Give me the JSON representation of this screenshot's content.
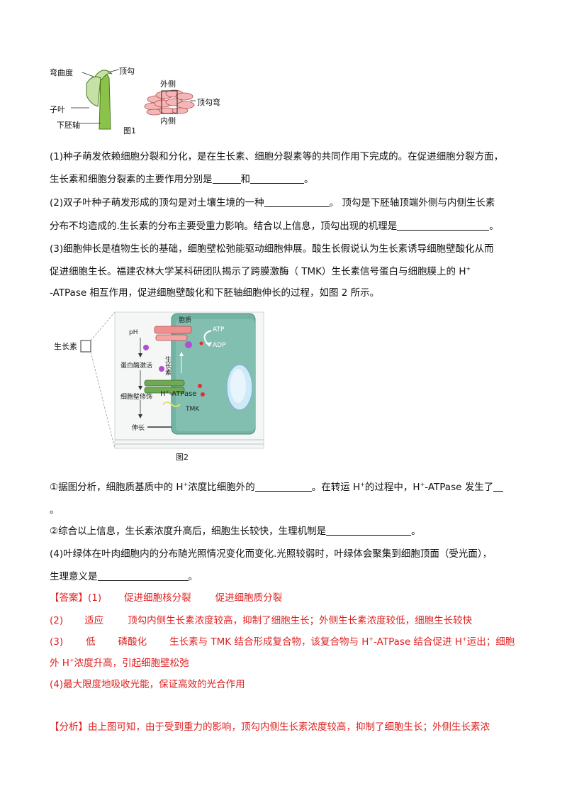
{
  "figure1": {
    "label_bend": "弯曲度",
    "label_hook": "顶勾",
    "label_cotyledon": "子叶",
    "label_hypocotyl": "下胚轴",
    "caption": "图1",
    "label_outer": "外侧",
    "label_hook_bend": "顶勾弯",
    "label_inner": "内侧"
  },
  "q1": {
    "line1": "(1)种子萌发依赖细胞分裂和分化，是在生长素、细胞分裂素等的共同作用下完成的。在促进细胞分裂方面，",
    "line2_a": "生长素和细胞分裂素的主要作用分别是",
    "line2_b": "和",
    "line2_c": "。"
  },
  "q2": {
    "line1_a": "(2)双子叶种子萌发形成的顶勾是对土壤生境的一种",
    "line1_b": "。  顶勾是下胚轴顶端外侧与内侧生长素",
    "line2_a": "分布不均造成的.生长素的分布主要受重力影响。结合以上信息，顶勾出现的机理是",
    "line2_b": "。"
  },
  "q3": {
    "line1": "(3)细胞伸长是植物生长的基础，细胞壁松弛能驱动细胞伸展。酸生长假说认为生长素诱导细胞壁酸化从而",
    "line2_a": "促进细胞生长。福建农林大学某科研团队揭示了跨膜激酶（  TMK）生长素信号蛋白与细胞膜上的 H",
    "line2_sup": "+",
    "line3": "-ATPase 相互作用，促进细胞壁酸化和下胚轴细胞伸长的过程，如图 2 所示。"
  },
  "figure2": {
    "auxin_box": "生长素",
    "ph": "pH",
    "protease": "蛋白酶激活",
    "wall_mod": "细胞壁修饰",
    "elongation": "伸长",
    "atp": "ATP",
    "adp": "ADP",
    "auxin_vertical": "生长素",
    "h_atpase": "H⁺-ATPase",
    "tmk": "TMK",
    "top_label": "胞质",
    "caption": "图2"
  },
  "sub1": {
    "a": "①据图分析，细胞质基质中的 H",
    "sup": "+",
    "b": "浓度比细胞外的",
    "c": "。在转运 H",
    "d": "的过程中，H",
    "e": "-ATPase 发生了",
    "end": "。"
  },
  "sub2": {
    "a": "②综合以上信息，生长素浓度升高后，细胞生长较快，生理机制是",
    "b": "。"
  },
  "q4": {
    "line1": "(4)叶绿体在叶肉细胞内的分布随光照情况变化而变化.光照较弱时，叶绿体会聚集到细胞顶面（受光面），",
    "line2_a": "生理意义是",
    "line2_b": "。"
  },
  "answer": {
    "tag": "【答案】",
    "a1_num": "(1)",
    "a1_x": "促进细胞核分裂",
    "a1_y": "促进细胞质分裂",
    "a2_num": "(2)",
    "a2_x": "适应",
    "a2_y": "顶勾内侧生长素浓度较高，抑制了细胞生长；外侧生长素浓度较低，细胞生长较快",
    "a3_num": "(3)",
    "a3_x": "低",
    "a3_y": "磷酸化",
    "a3_z_a": "生长素与 TMK 结合形成复合物，该复合物与 H",
    "a3_z_b": "-ATPase 结合促进 H",
    "a3_z_c": "运出；细胞",
    "a3_line2_a": "外 H",
    "a3_line2_b": "浓度升高，引起细胞壁松弛",
    "a4": "(4)最大限度地吸收光能，保证高效的光合作用"
  },
  "analysis": {
    "tag": "【分析】",
    "text": "由上图可知，由于受到重力的影响，顶勾内侧生长素浓度较高，抑制了细胞生长；外侧生长素浓"
  }
}
